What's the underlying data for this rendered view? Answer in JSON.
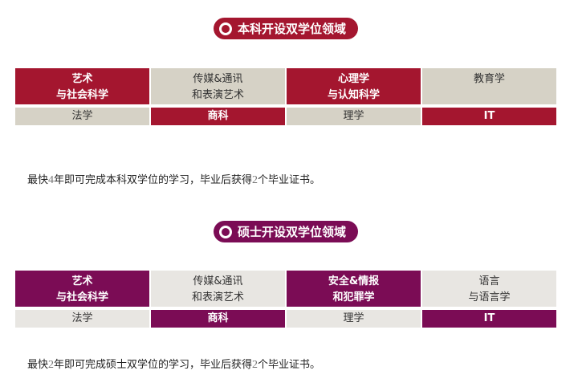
{
  "colors": {
    "bachelor_accent": "#a4162f",
    "bachelor_plain": "#d6d2c6",
    "master_accent": "#7b0c55",
    "master_plain": "#e8e6e2"
  },
  "bachelor": {
    "title": "本科开设双学位领域",
    "icon": "ring-icon",
    "top_row": [
      {
        "line1": "艺术",
        "line2": "与社会科学",
        "style": "accent"
      },
      {
        "line1": "传媒&通讯",
        "line2": "和表演艺术",
        "style": "plain"
      },
      {
        "line1": "心理学",
        "line2": "与认知科学",
        "style": "accent"
      },
      {
        "line1": "教育学",
        "line2": "",
        "style": "plain"
      }
    ],
    "bottom_row": [
      {
        "label": "法学",
        "style": "plain"
      },
      {
        "label": "商科",
        "style": "accent"
      },
      {
        "label": "理学",
        "style": "plain"
      },
      {
        "label": "IT",
        "style": "accent"
      }
    ],
    "note": {
      "pre": "最快",
      "years": "4",
      "mid": "年即可完成本科双学位的学习，毕业后获得",
      "certs": "2",
      "post": "个毕业证书。"
    }
  },
  "master": {
    "title": "硕士开设双学位领域",
    "icon": "ring-icon",
    "top_row": [
      {
        "line1": "艺术",
        "line2": "与社会科学",
        "style": "accent"
      },
      {
        "line1": "传媒&通讯",
        "line2": "和表演艺术",
        "style": "plain"
      },
      {
        "line1": "安全&情报",
        "line2": "和犯罪学",
        "style": "accent"
      },
      {
        "line1": "语言",
        "line2": "与语言学",
        "style": "plain"
      }
    ],
    "bottom_row": [
      {
        "label": "法学",
        "style": "plain"
      },
      {
        "label": "商科",
        "style": "accent"
      },
      {
        "label": "理学",
        "style": "plain"
      },
      {
        "label": "IT",
        "style": "accent"
      }
    ],
    "note": {
      "pre": "最快",
      "years": "2",
      "mid": "年即可完成硕士双学位的学习，毕业后获得",
      "certs": "2",
      "post": "个毕业证书。"
    }
  }
}
